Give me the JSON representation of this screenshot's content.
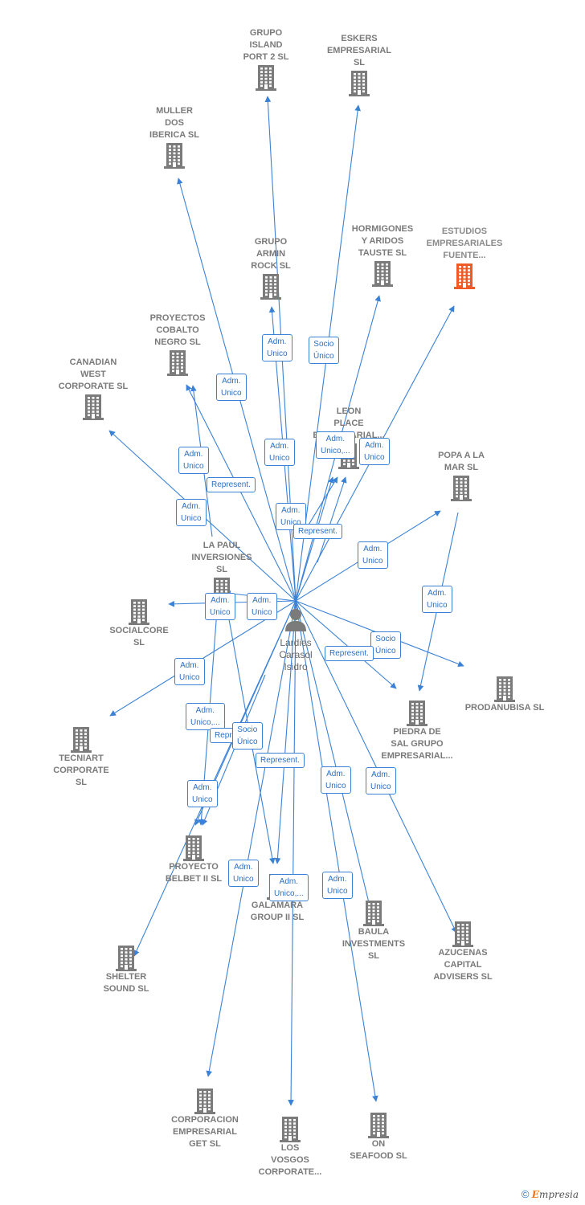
{
  "center": {
    "name": "Lardies\nCarasol\nIsidro",
    "icon": "person-icon"
  },
  "colors": {
    "edge": "#3b82d6",
    "building": "#7b7b7b",
    "highlight": "#f05a28"
  },
  "companies": [
    {
      "id": "grupo_island",
      "name": "GRUPO\nISLAND\nPORT 2  SL"
    },
    {
      "id": "eskers",
      "name": "ESKERS\nEMPRESARIAL\nSL"
    },
    {
      "id": "muller",
      "name": "MULLER\nDOS\nIBERICA  SL"
    },
    {
      "id": "grupo_armin",
      "name": "GRUPO\nARMIN\nROCK  SL"
    },
    {
      "id": "hormigones",
      "name": "HORMIGONES\nY ARIDOS\nTAUSTE  SL"
    },
    {
      "id": "estudios",
      "name": "ESTUDIOS\nEMPRESARIALES\nFUENTE...",
      "highlight": true
    },
    {
      "id": "proyectos_cobalto",
      "name": "PROYECTOS\nCOBALTO\nNEGRO  SL"
    },
    {
      "id": "canadian",
      "name": "CANADIAN\nWEST\nCORPORATE SL"
    },
    {
      "id": "leon_place",
      "name": "LEON\nPLACE\nEMPRESARIAL..."
    },
    {
      "id": "popa",
      "name": "POPA A LA\nMAR  SL"
    },
    {
      "id": "la_paul",
      "name": "LA PAUL\nINVERSIONES\nSL"
    },
    {
      "id": "socialcore",
      "name": "SOCIALCORE\nSL"
    },
    {
      "id": "prodanubisa",
      "name": "PRODANUBISA SL"
    },
    {
      "id": "piedra",
      "name": "PIEDRA DE\nSAL GRUPO\nEMPRESARIAL..."
    },
    {
      "id": "tecniart",
      "name": "TECNIART\nCORPORATE\nSL"
    },
    {
      "id": "proyecto_belbet",
      "name": "PROYECTO\nBELBET II  SL"
    },
    {
      "id": "galamara",
      "name": "GALAMARA\nGROUP II  SL"
    },
    {
      "id": "baula",
      "name": "BAULA\nINVESTMENTS\nSL"
    },
    {
      "id": "azucenas",
      "name": "AZUCENAS\nCAPITAL\nADVISERS  SL"
    },
    {
      "id": "shelter",
      "name": "SHELTER\nSOUND  SL"
    },
    {
      "id": "corporacion",
      "name": "CORPORACION\nEMPRESARIAL\nGET  SL"
    },
    {
      "id": "los_vosgos",
      "name": "LOS\nVOSGOS\nCORPORATE..."
    },
    {
      "id": "on_seafood",
      "name": "ON\nSEAFOOD  SL"
    }
  ],
  "relations": [
    "Adm.\nUnico",
    "Socio\nÚnico",
    "Adm.\nUnico",
    "Adm.\nUnico",
    "Adm.\nUnico,...",
    "Adm.\nUnico",
    "Adm.\nUnico",
    "Represent.",
    "Adm.\nUnico",
    "Adm.\nUnico",
    "Represent.",
    "Adm.\nUnico",
    "Adm.\nUnico",
    "Adm.\nUnico",
    "Adm.\nUnico",
    "Socio\nÚnico",
    "Represent.",
    "Adm.\nUnico",
    "Adm.\nUnico,...",
    "Represent.",
    "Socio\nÚnico",
    "Represent.",
    "Adm.\nUnico",
    "Adm.\nUnico",
    "Adm.\nUnico",
    "Adm.\nUnico",
    "Adm.\nUnico,...",
    "Adm.\nUnico"
  ],
  "footer": {
    "copyright": "©",
    "brand_e": "E",
    "brand_rest": "mpresia"
  }
}
